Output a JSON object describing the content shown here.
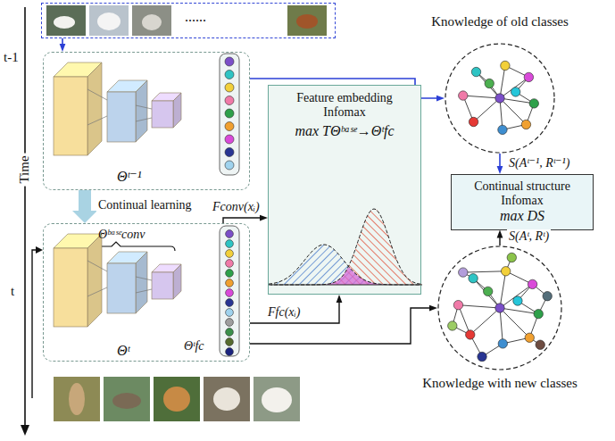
{
  "diagram": {
    "nodes": [
      {
        "text": [
          "......"
        ]
      },
      {
        "text": [
          "Θᵗ⁻¹"
        ]
      },
      {
        "text": [
          "Knowledge of old classes"
        ]
      },
      {
        "text": [
          "Feature embedding Infomax",
          "max TΘᵇᵃˢᵉ→Θᵗfc"
        ]
      },
      {
        "text": [
          "Continual structure Infomax",
          "max DS"
        ]
      },
      {
        "text": [
          "Θᵗ"
        ]
      },
      {
        "text": [
          "Knowledge with new classes"
        ]
      }
    ],
    "edges": [
      {
        "from": 0,
        "to": 1,
        "arrow": "to"
      },
      {
        "from": 1,
        "to": 2,
        "arrow": "to"
      },
      {
        "from": 1,
        "to": 5,
        "arrow": "to",
        "label": "Continual learning"
      },
      {
        "from": 5,
        "to": 3,
        "arrow": "to",
        "label": "Fconv(xᵢ)"
      },
      {
        "from": 5,
        "to": 3,
        "arrow": "to",
        "label": "Ffc(xᵢ)"
      },
      {
        "from": 5,
        "to": 6,
        "arrow": "to"
      },
      {
        "from": 2,
        "to": 4,
        "arrow": "to",
        "label": "S(Aᵗ⁻¹, Rᵗ⁻¹)"
      },
      {
        "from": 6,
        "to": 4,
        "arrow": "to",
        "label": "S(Aᵗ, Rᵗ)"
      }
    ],
    "labels": [
      "t-1",
      "Time",
      "t",
      "Θᵇᵃˢᵉconv",
      "Θᵗfc"
    ]
  }
}
